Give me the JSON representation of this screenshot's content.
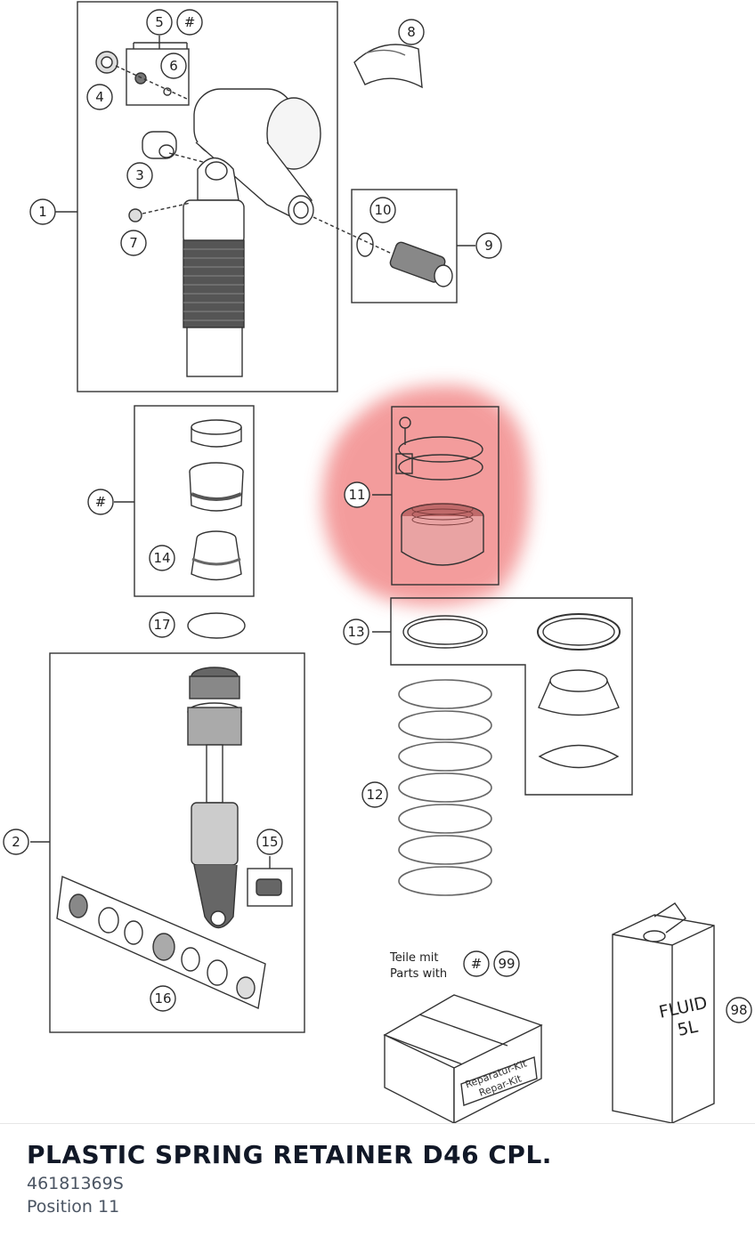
{
  "diagram": {
    "callouts": [
      "1",
      "2",
      "3",
      "4",
      "5",
      "#",
      "6",
      "7",
      "8",
      "9",
      "10",
      "11",
      "12",
      "13",
      "#",
      "14",
      "15",
      "16",
      "17",
      "#",
      "99",
      "98"
    ],
    "kit_note": {
      "line1": "Teile mit",
      "line2": "Parts with"
    },
    "box_label": {
      "line1": "Reparatur-Kit",
      "line2": "Repar-Kit"
    },
    "can_label": {
      "line1": "FLUID",
      "line2": "5L"
    },
    "highlight_color": "#f28b8b",
    "line_color": "#333333"
  },
  "selection": {
    "title": "PLASTIC SPRING RETAINER D46 CPL.",
    "part_number": "46181369S",
    "position": "Position 11"
  }
}
